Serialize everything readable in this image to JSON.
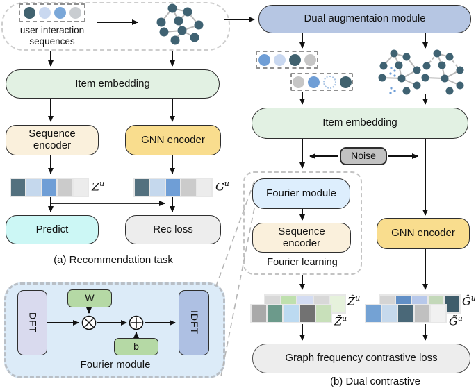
{
  "colors": {
    "green_box": "#e2f1e3",
    "cream_box": "#faf0dc",
    "yellow_box": "#f9dd8e",
    "cyan_box": "#ccf7f5",
    "gray_box": "#ededed",
    "periwinkle_box": "#b6c6e3",
    "noise_box": "#c2c2c2",
    "lightblue_box": "#ddeefd",
    "fourier_panel": "#dcebf8",
    "dft_box": "#d9daee",
    "idft_box": "#aec0e3",
    "green_param": "#b5d9a5",
    "node": "#3f6272",
    "edge": "#b9b9b9"
  },
  "panel_a": {
    "source_line1": "user interaction",
    "source_line2": "sequences",
    "seq_dots": [
      "#41626f",
      "#c9d8f0",
      "#7aa7d8",
      "#c9cdd1"
    ],
    "item_embedding": "Item embedding",
    "seq_encoder_l1": "Sequence",
    "seq_encoder_l2": "encoder",
    "gnn_encoder": "GNN encoder",
    "bar_z": [
      "#53707e",
      "#c5d8ed",
      "#6f9ed6",
      "#cbcbcb",
      "#ececec"
    ],
    "bar_g": [
      "#53707e",
      "#c5d8ed",
      "#6f9ed6",
      "#cbcbcb",
      "#ececec"
    ],
    "z_label": {
      "base": "Z",
      "sup": "u"
    },
    "g_label": {
      "base": "G",
      "sup": "u"
    },
    "predict": "Predict",
    "rec_loss": "Rec loss",
    "caption": "(a) Recommendation task"
  },
  "fourier_detail": {
    "dft": "DFT",
    "w": "W",
    "b": "b",
    "idft": "IDFT",
    "caption": "Fourier module"
  },
  "panel_b": {
    "dual_aug": "Dual augmentaion module",
    "aug_seq1": [
      "#6f9ed6",
      "#c9d8f0",
      "#41626f",
      "#c6c6c6"
    ],
    "aug_seq2": [
      "#c6c6c6",
      "#6f9ed6",
      "",
      "#41626f"
    ],
    "item_embedding": "Item embedding",
    "noise": "Noise",
    "fourier_module": "Fourier module",
    "seq_encoder_l1": "Sequence",
    "seq_encoder_l2": "encoder",
    "fourier_learning": "Fourier learning",
    "gnn_encoder": "GNN encoder",
    "bar_z_hat": [
      "#d8d8d8",
      "#bfe0ae",
      "#d3dcf2",
      "#d8d8d8",
      "#e6f2dc"
    ],
    "bar_z_tilde": [
      "#a9a9a9",
      "#6c9a8b",
      "#bcdaf1",
      "#727272",
      "#c8e0ba"
    ],
    "bar_g_hat": [
      "#d4d4d4",
      "#618fc6",
      "#b7c8ea",
      "#c3d8b9",
      "#3f5d6b"
    ],
    "bar_g_tilde": [
      "#74a2d4",
      "#c6d9ec",
      "#4a6878",
      "#c0c0c0",
      "#f1f1f1"
    ],
    "z_hat_label": {
      "base": "Ẑ",
      "sup": "u"
    },
    "z_tilde_label": {
      "base": "Z̃",
      "sup": "u"
    },
    "g_hat_label": {
      "base": "Ĝ",
      "sup": "u"
    },
    "g_tilde_label": {
      "base": "G̃",
      "sup": "u"
    },
    "loss": "Graph frequency contrastive loss",
    "caption": "(b) Dual contrastive"
  }
}
